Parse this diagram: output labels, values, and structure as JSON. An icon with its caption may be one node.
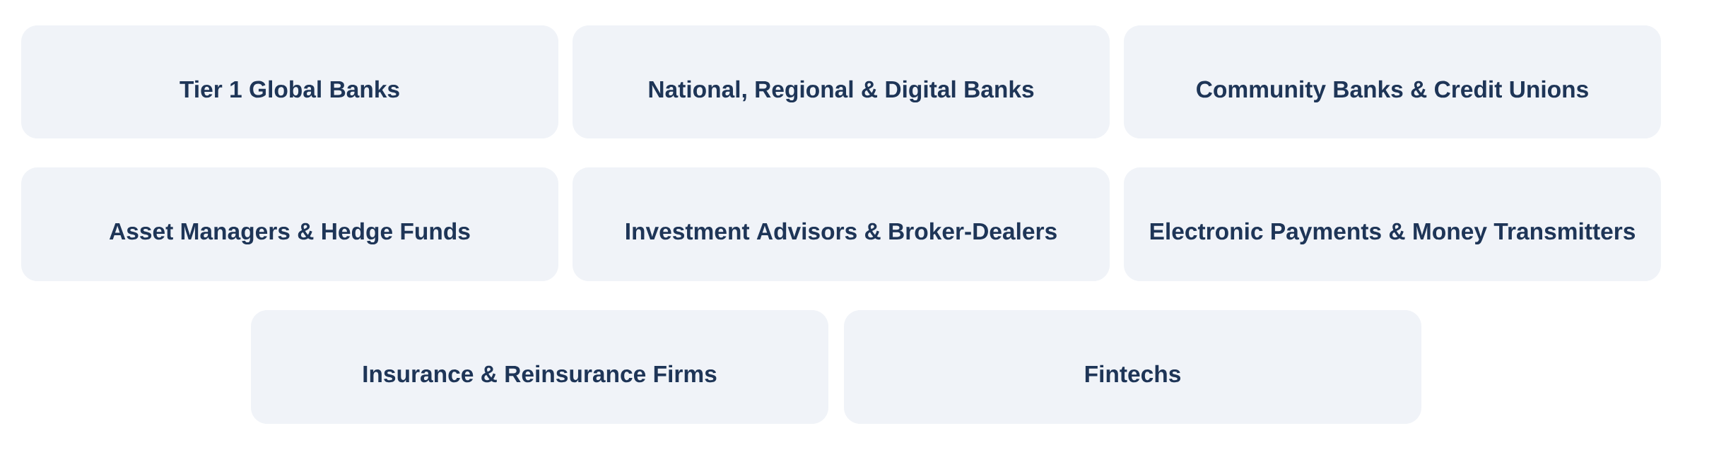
{
  "diagram": {
    "nodes": [
      {
        "text": [
          "Tier 1 Global Banks"
        ]
      },
      {
        "text": [
          "National, Regional & Digital Banks"
        ]
      },
      {
        "text": [
          "Community Banks & Credit Unions"
        ]
      },
      {
        "text": [
          "Asset Managers & Hedge Funds"
        ]
      },
      {
        "text": [
          "Investment Advisors & Broker-Dealers"
        ]
      },
      {
        "text": [
          "Electronic Payments & Money Transmitters"
        ]
      },
      {
        "text": [
          "Insurance & Reinsurance Firms"
        ]
      },
      {
        "text": [
          "Fintechs"
        ]
      }
    ]
  }
}
